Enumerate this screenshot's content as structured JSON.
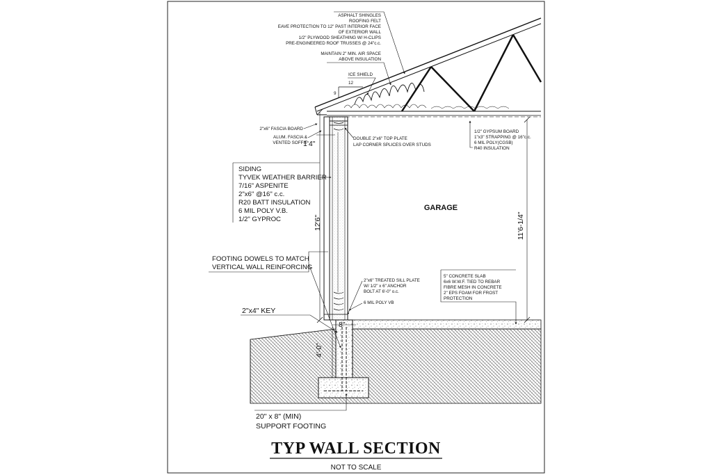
{
  "title": "TYP WALL SECTION",
  "subtitle": "NOT TO SCALE",
  "room_label": "GARAGE",
  "roof_notes": [
    "ASPHALT SHINGLES",
    "ROOFING FELT",
    "EAVE PROTECTION TO 12\" PAST INTERIOR FACE",
    "OF EXTERIOR WALL",
    "1/2\" PLYWOOD SHEATHING W/ H-CLIPS",
    "PRE-ENGINEERED ROOF TRUSSES @ 24\"c.c."
  ],
  "air_space_note": [
    "MAINTAIN 2\" MIN. AIR SPACE",
    "ABOVE INSULATION"
  ],
  "ice_shield": "ICE SHIELD",
  "fascia_board": "2\"x6\" FASCIA BOARD",
  "soffit_note": [
    "ALUM. FASCIA &",
    "VENTED SOFFIT"
  ],
  "top_plate_note": [
    "DOUBLE 2\"x6\" TOP PLATE",
    "LAP CORNER SPLICES OVER STUDS"
  ],
  "ceiling_notes": [
    "1/2\" GYPSUM BOARD",
    "1\"x3\" STRAPPING @ 16\"c.c.",
    "6 MIL POLY(CGSB)",
    "R40 INSULATION"
  ],
  "wall_notes": [
    "SIDING",
    "TYVEK WEATHER BARRIER",
    "7/16\" ASPENITE",
    "2\"x6\" @16\" c.c.",
    "R20 BATT INSULATION",
    "6 MIL POLY V.B.",
    "1/2\" GYPROC"
  ],
  "dowel_note": [
    "FOOTING DOWELS TO MATCH",
    "VERTICAL WALL REINFORCING"
  ],
  "key_note": "2\"x4\" KEY",
  "sill_note": [
    "2\"x6\" TREATED SILL PLATE",
    "W/ 1/2\" x 6\" ANCHOR",
    "BOLT AT 6'-0\" o.c."
  ],
  "poly_note": "6 MIL POLY VB",
  "slab_notes": [
    "5\" CONCRETE SLAB",
    "6x6 W.W.F. TIED TO REBAR",
    "FIBRE MESH IN CONCRETE",
    "2\" EPS FOAM FOR FROST",
    "PROTECTION"
  ],
  "footing_note": [
    "20\" x 8\" (MIN)",
    "SUPPORT FOOTING"
  ],
  "dims": {
    "rise": "9",
    "run": "12",
    "overhang": "1'4\"",
    "wall_height": "12'6\"",
    "ceiling_height": "11'6-1/4\"",
    "foundation_width": "8\"",
    "foundation_depth": "4'-0\""
  }
}
